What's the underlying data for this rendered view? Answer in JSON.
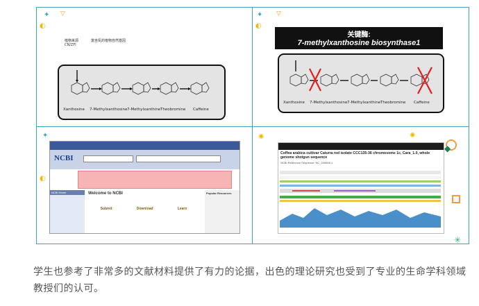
{
  "panel1": {
    "title_line1": "植物来源",
    "title_line2": "CN/ZFl",
    "title_right": "富含氮的植物自然基因",
    "molecules": [
      "Xanthosine",
      "7-Methylxanthosine",
      "7-Methylxanthine",
      "Theobromine",
      "Caffeine"
    ]
  },
  "panel2": {
    "banner_line1": "关键酶:",
    "banner_line2": "7-methylxanthosine biosynthase1",
    "molecules": [
      "Xanthosine",
      "7-Methylxanthosine",
      "7-Methylxanthine",
      "Theobromine",
      "Caffeine"
    ]
  },
  "panel3": {
    "site": "NCBI",
    "welcome": "Welcome to NCBI",
    "columns": [
      "Submit",
      "Download",
      "Learn"
    ],
    "sidebar_title": "NCBI Home",
    "right_title": "Popular Resources"
  },
  "panel4": {
    "title": "Coffea arabica cultivar Caturra red isolate CCC135-36 chromosome 1c, Cara_1.0, whole genome shotgun sequence",
    "subtitle": "NCBI Reference Sequence: NC_039898.1"
  },
  "caption": "学生也参考了非常多的文献材料提供了有力的论据，出色的理论研究也受到了专业的生命学科领域教授们的认可。",
  "colors": {
    "border": "#3aa6b8",
    "deco_teal": "#3aa6b8",
    "deco_orange": "#f29b3f",
    "deco_green": "#2bb673",
    "banner_bg": "#111111",
    "strike": "#e02020"
  }
}
